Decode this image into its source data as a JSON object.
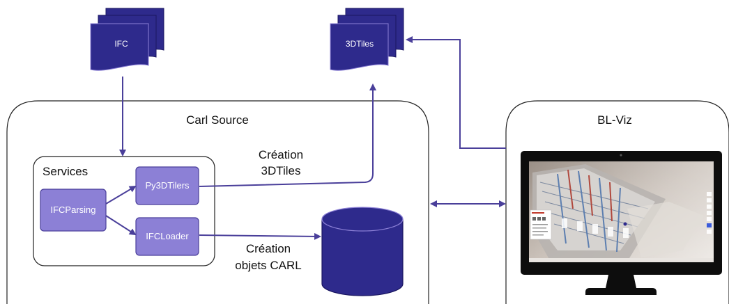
{
  "documents": {
    "ifc": "IFC",
    "tiles": "3DTiles"
  },
  "containers": {
    "carl_source": "Carl Source",
    "bl_viz": "BL-Viz",
    "services": "Services"
  },
  "services": {
    "ifc_parsing": "IFCParsing",
    "py3dtilers": "Py3DTilers",
    "ifc_loader": "IFCLoader"
  },
  "edge_labels": {
    "creation_3dtiles_line1": "Création",
    "creation_3dtiles_line2": "3DTiles",
    "creation_carl_line1": "Création",
    "creation_carl_line2": "objets CARL"
  },
  "colors": {
    "document_fill": "#2e2a8c",
    "document_stroke": "#1a1660",
    "service_fill": "#8c80d6",
    "service_stroke": "#4a3f9a",
    "arrow": "#4a3f9a",
    "database_fill": "#2e2a8c",
    "container_stroke": "#222222",
    "monitor_frame": "#0d0d0d"
  }
}
